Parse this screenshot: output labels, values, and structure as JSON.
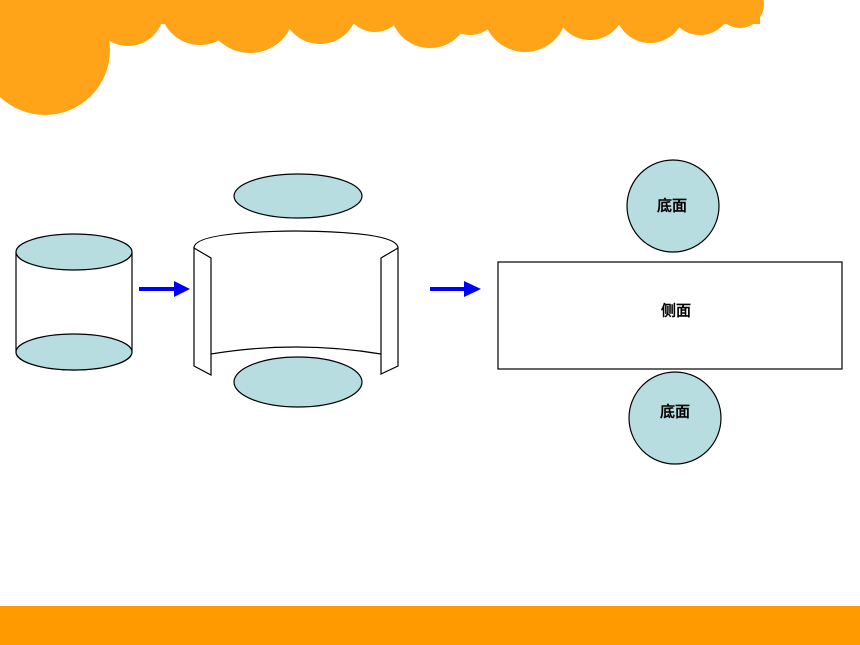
{
  "colors": {
    "accent_orange": "#ffa319",
    "band_orange": "#ff9a00",
    "base_fill": "#b7dde1",
    "outline": "#000000",
    "arrow_blue": "#0000ff",
    "background": "#ffffff"
  },
  "diagram": {
    "top_base_label": "底面",
    "lateral_label": "侧面",
    "bottom_base_label": "底面"
  }
}
